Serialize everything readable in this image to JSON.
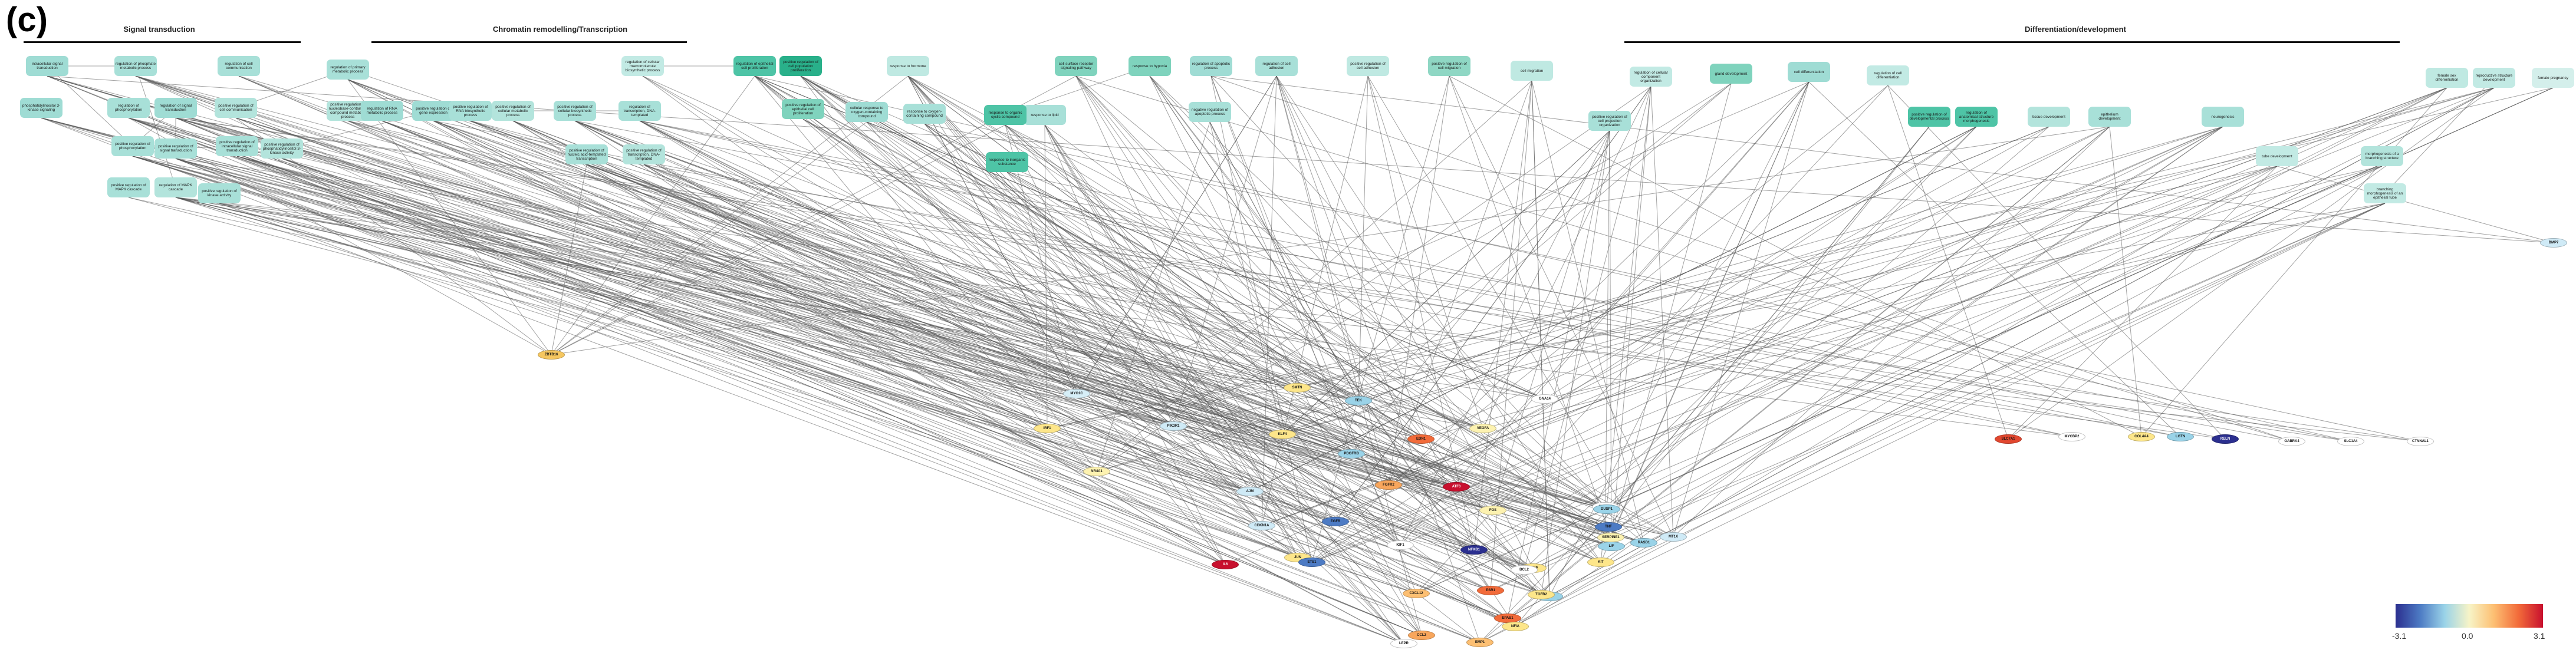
{
  "panel_label": "(c)",
  "sections": [
    {
      "name": "Signal transduction"
    },
    {
      "name": "Chromatin remodelling/Transcription"
    },
    {
      "name": "Differentiation/development"
    }
  ],
  "go_terms": [
    "intracellular signal transduction",
    "regulation of phosphate metabolic process",
    "regulation of cell communication",
    "phosphatidylinositol 3-kinase signaling",
    "regulation of phosphorylation",
    "regulation of signal transduction",
    "positive regulation of cell communication",
    "positive regulation of phosphorylation",
    "positive regulation of intracellular signal transduction",
    "positive regulation of signal transduction",
    "positive regulation of phosphatidylinositol 3-kinase activity",
    "positive regulation of MAPK cascade",
    "positive regulation of kinase activity",
    "regulation of MAPK cascade",
    "regulation of primary metabolic process",
    "positive regulation of nucleobase-containing compound metabolic process",
    "regulation of RNA metabolic process",
    "positive regulation of gene expression",
    "positive regulation of RNA biosynthetic process",
    "positive regulation of cellular metabolic process",
    "positive regulation of cellular biosynthetic process",
    "regulation of cellular macromolecule biosynthetic process",
    "regulation of transcription, DNA-templated",
    "positive regulation of nucleic acid-templated transcription",
    "positive regulation of transcription, DNA-templated",
    "regulation of epithelial cell proliferation",
    "positive regulation of cell population proliferation",
    "positive regulation of epithelial cell proliferation",
    "response to hormone",
    "cellular response to oxygen-containing compound",
    "response to oxygen-containing compound",
    "response to lipid",
    "response to organic cyclic compound",
    "response to inorganic substance",
    "cell surface receptor signaling pathway",
    "response to hypoxia",
    "regulation of apoptotic process",
    "negative regulation of apoptotic process",
    "regulation of cell adhesion",
    "positive regulation of cell adhesion",
    "positive regulation of cell migration",
    "cell migration",
    "regulation of cellular component organization",
    "positive regulation of cell projection organization",
    "gland development",
    "cell differentiation",
    "regulation of cell differentiation",
    "positive regulation of developmental process",
    "regulation of anatomical structure morphogenesis",
    "tissue development",
    "epithelium development",
    "neurogenesis",
    "female sex differentiation",
    "reproductive structure development",
    "female pregnancy",
    "branching morphogenesis of an epithelial tube",
    "tube development",
    "morphogenesis of a branching structure"
  ],
  "genes": [
    {
      "name": "ZBTB16",
      "color": "#f6c760"
    },
    {
      "name": "MYO1C",
      "color": "#d6eef7"
    },
    {
      "name": "IRF1",
      "color": "#fde68a"
    },
    {
      "name": "PIK3R1",
      "color": "#cfeaf6"
    },
    {
      "name": "SMTN",
      "color": "#fde68a"
    },
    {
      "name": "TEK",
      "color": "#9ad3e8"
    },
    {
      "name": "GNA14",
      "color": "#ffffff"
    },
    {
      "name": "KLF4",
      "color": "#fde68a"
    },
    {
      "name": "VEGFA",
      "color": "#fdf2b0"
    },
    {
      "name": "EDN1",
      "color": "#f26b3a"
    },
    {
      "name": "FGFR2",
      "color": "#f8a65c"
    },
    {
      "name": "AJM",
      "color": "#cfeaf6"
    },
    {
      "name": "ATF3",
      "color": "#c8102e"
    },
    {
      "name": "PDGFRB",
      "color": "#9ad3e8"
    },
    {
      "name": "NR4A1",
      "color": "#fdf2b0"
    },
    {
      "name": "JUN",
      "color": "#fde68a"
    },
    {
      "name": "CDKN1A",
      "color": "#cfeaf6"
    },
    {
      "name": "ETS1",
      "color": "#4d7bc4"
    },
    {
      "name": "IGF1",
      "color": "#ffffff"
    },
    {
      "name": "NFKB1",
      "color": "#2b2f8f"
    },
    {
      "name": "SOX9",
      "color": "#fde68a"
    },
    {
      "name": "BCL2",
      "color": "#ffffff"
    },
    {
      "name": "IL6",
      "color": "#c8102e"
    },
    {
      "name": "FOS",
      "color": "#fdf2b0"
    },
    {
      "name": "EGFR",
      "color": "#4d7bc4"
    },
    {
      "name": "CXCL12",
      "color": "#fdbf72"
    },
    {
      "name": "ESR1",
      "color": "#f26b3a"
    },
    {
      "name": "PGR",
      "color": "#9ad3e8"
    },
    {
      "name": "TGFB2",
      "color": "#fde68a"
    },
    {
      "name": "EPAS1",
      "color": "#f26b3a"
    },
    {
      "name": "NFIA",
      "color": "#fde68a"
    },
    {
      "name": "LEPR",
      "color": "#ffffff"
    },
    {
      "name": "CCL2",
      "color": "#f8a65c"
    },
    {
      "name": "EMP1",
      "color": "#fdbf72"
    },
    {
      "name": "SLC7A5",
      "color": "#ffffff"
    },
    {
      "name": "RASD1",
      "color": "#9ad3e8"
    },
    {
      "name": "DUSP1",
      "color": "#9ad3e8"
    },
    {
      "name": "TNF",
      "color": "#4d7bc4"
    },
    {
      "name": "KIT",
      "color": "#fde68a"
    },
    {
      "name": "MT1X",
      "color": "#cfeaf6"
    },
    {
      "name": "LIF",
      "color": "#9ad3e8"
    },
    {
      "name": "SERPINE1",
      "color": "#fdf2b0"
    },
    {
      "name": "SLC7A1",
      "color": "#e2472f"
    },
    {
      "name": "MYCBP2",
      "color": "#ffffff"
    },
    {
      "name": "COL4A4",
      "color": "#fde68a"
    },
    {
      "name": "LGTN",
      "color": "#9ad3e8"
    },
    {
      "name": "RELN",
      "color": "#2b2f8f"
    },
    {
      "name": "GABRA4",
      "color": "#ffffff"
    },
    {
      "name": "SLC1A4",
      "color": "#ffffff"
    },
    {
      "name": "CTNNAL1",
      "color": "#ffffff"
    },
    {
      "name": "BMP7",
      "color": "#cfeaf6"
    }
  ],
  "legend": {
    "min_label": "-3.1",
    "mid_label": "0.0",
    "max_label": "3.1"
  }
}
